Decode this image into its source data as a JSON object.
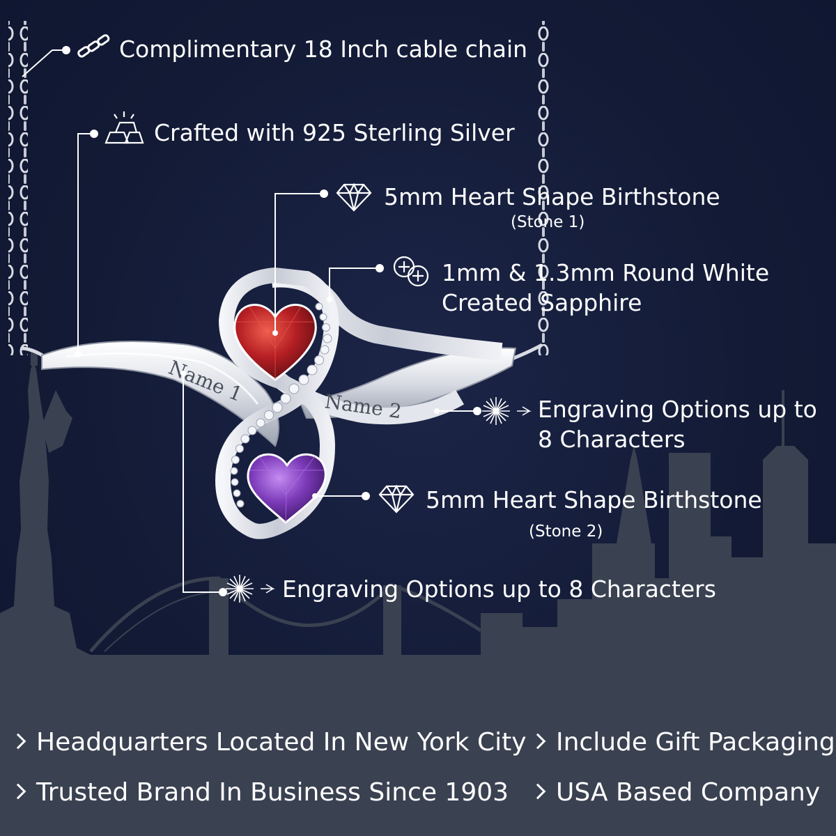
{
  "features": [
    {
      "icon": "chain-link-icon",
      "text": "Complimentary 18 Inch cable chain"
    },
    {
      "icon": "silver-bars-icon",
      "text": "Crafted with 925 Sterling Silver"
    },
    {
      "icon": "diamond-icon",
      "text": "5mm Heart Shape Birthstone",
      "sub": "(Stone 1)"
    },
    {
      "icon": "round-stones-icon",
      "line1": "1mm & 1.3mm Round White",
      "line2": "Created Sapphire"
    },
    {
      "icon": "sparkle-icon",
      "line1": "Engraving Options up to",
      "line2": "8 Characters"
    },
    {
      "icon": "diamond-icon",
      "text": "5mm Heart Shape Birthstone",
      "sub": "(Stone 2)"
    },
    {
      "icon": "sparkle-icon",
      "text": "Engraving Options up to 8 Characters"
    }
  ],
  "engravings": [
    "Name 1",
    "Name 2"
  ],
  "footer": [
    "Headquarters Located In New York City",
    "Include Gift Packaging",
    "Trusted Brand In Business Since 1903",
    "USA Based Company"
  ],
  "colors": {
    "background": "#121a35",
    "skyline": "#3a4151",
    "silver": "#e6e8ee",
    "stone1": "#b01e22",
    "stone2": "#7a3ab8",
    "text": "#ffffff"
  }
}
